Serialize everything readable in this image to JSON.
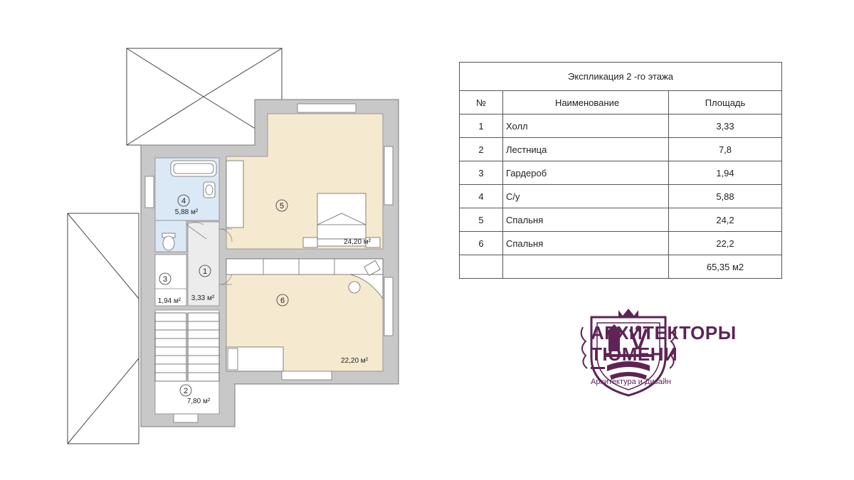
{
  "plan": {
    "rooms": [
      {
        "num": "1",
        "area": "3,33 м²"
      },
      {
        "num": "2",
        "area": "7,80 м²"
      },
      {
        "num": "3",
        "area": "1,94 м²"
      },
      {
        "num": "4",
        "area": "5,88 м²"
      },
      {
        "num": "5",
        "area": "24,20 м²"
      },
      {
        "num": "6",
        "area": "22,20 м²"
      }
    ]
  },
  "explication": {
    "title": "Экспликация  2 -го этажа",
    "headers": [
      "№",
      "Наименование",
      "Площадь"
    ],
    "rows": [
      {
        "num": "1",
        "name": "Холл",
        "area": "3,33"
      },
      {
        "num": "2",
        "name": "Лестница",
        "area": "7,8"
      },
      {
        "num": "3",
        "name": "Гардероб",
        "area": "1,94"
      },
      {
        "num": "4",
        "name": "С/у",
        "area": "5,88"
      },
      {
        "num": "5",
        "name": "Спальня",
        "area": "24,2"
      },
      {
        "num": "6",
        "name": "Спальня",
        "area": "22,2"
      }
    ],
    "total": "65,35 м2"
  },
  "brand": {
    "name_line1": "АРХИТЕКТОРЫ",
    "name_line2": "ТЮМЕНИ",
    "tagline": "Архитектура и Дизайн"
  },
  "colors": {
    "wall": "#c8c8c8",
    "bedroom_floor": "#f5e9cf",
    "bathroom_floor": "#dbe9f7",
    "brand": "#5e2456"
  }
}
